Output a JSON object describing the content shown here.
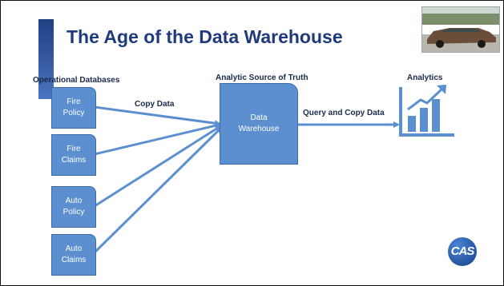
{
  "slide": {
    "title": "The Age of the Data Warehouse",
    "logo_text": "CAS"
  },
  "diagram": {
    "sources_label": "Operational Databases",
    "hub_label": "Analytic Source of Truth",
    "output_label": "Analytics",
    "copy_edge_label": "Copy Data",
    "query_edge_label": "Query and Copy Data",
    "sources": [
      {
        "line1": "Fire",
        "line2": "Policy"
      },
      {
        "line1": "Fire",
        "line2": "Claims"
      },
      {
        "line1": "Auto",
        "line2": "Policy"
      },
      {
        "line1": "Auto",
        "line2": "Claims"
      }
    ],
    "hub": {
      "line1": "Data",
      "line2": "Warehouse"
    }
  },
  "icons": {
    "analytics": "bar-chart-trend-icon",
    "photo": "car-photo",
    "logo": "cas-logo"
  },
  "colors": {
    "title": "#1f3a7d",
    "box_fill": "#5b8fd0",
    "arrow": "#5b8fd0",
    "accent_bar": "#1f3f82"
  }
}
